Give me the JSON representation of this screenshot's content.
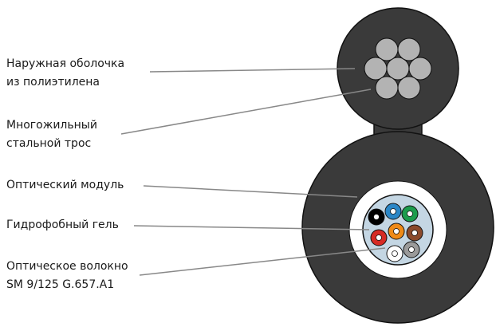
{
  "labels": {
    "outer_sheath": {
      "line1": "Наружная оболочка",
      "line2": "из полиэтилена"
    },
    "steel_cable": {
      "line1": "Многожильный",
      "line2": "стальной трос"
    },
    "optical_module": {
      "line1": "Оптический модуль"
    },
    "hydrophobic_gel": {
      "line1": "Гидрофобный гель"
    },
    "optical_fiber": {
      "line1": "Оптическое волокно",
      "line2": "SM 9/125 G.657.A1"
    }
  },
  "colors": {
    "sheath": "#3a3a3a",
    "outline": "#111111",
    "strand": "#b3b3b3",
    "module": "#ffffff",
    "gel": "#c4d6e3",
    "leader": "#888888",
    "fibers": [
      {
        "name": "black",
        "color": "#000000"
      },
      {
        "name": "blue",
        "color": "#2a86c6"
      },
      {
        "name": "green",
        "color": "#1c9c4d"
      },
      {
        "name": "red",
        "color": "#d62a24"
      },
      {
        "name": "orange",
        "color": "#ef8a17"
      },
      {
        "name": "brown",
        "color": "#8b4a2b"
      },
      {
        "name": "white",
        "color": "#ffffff"
      },
      {
        "name": "gray",
        "color": "#9a9a9a"
      }
    ]
  }
}
